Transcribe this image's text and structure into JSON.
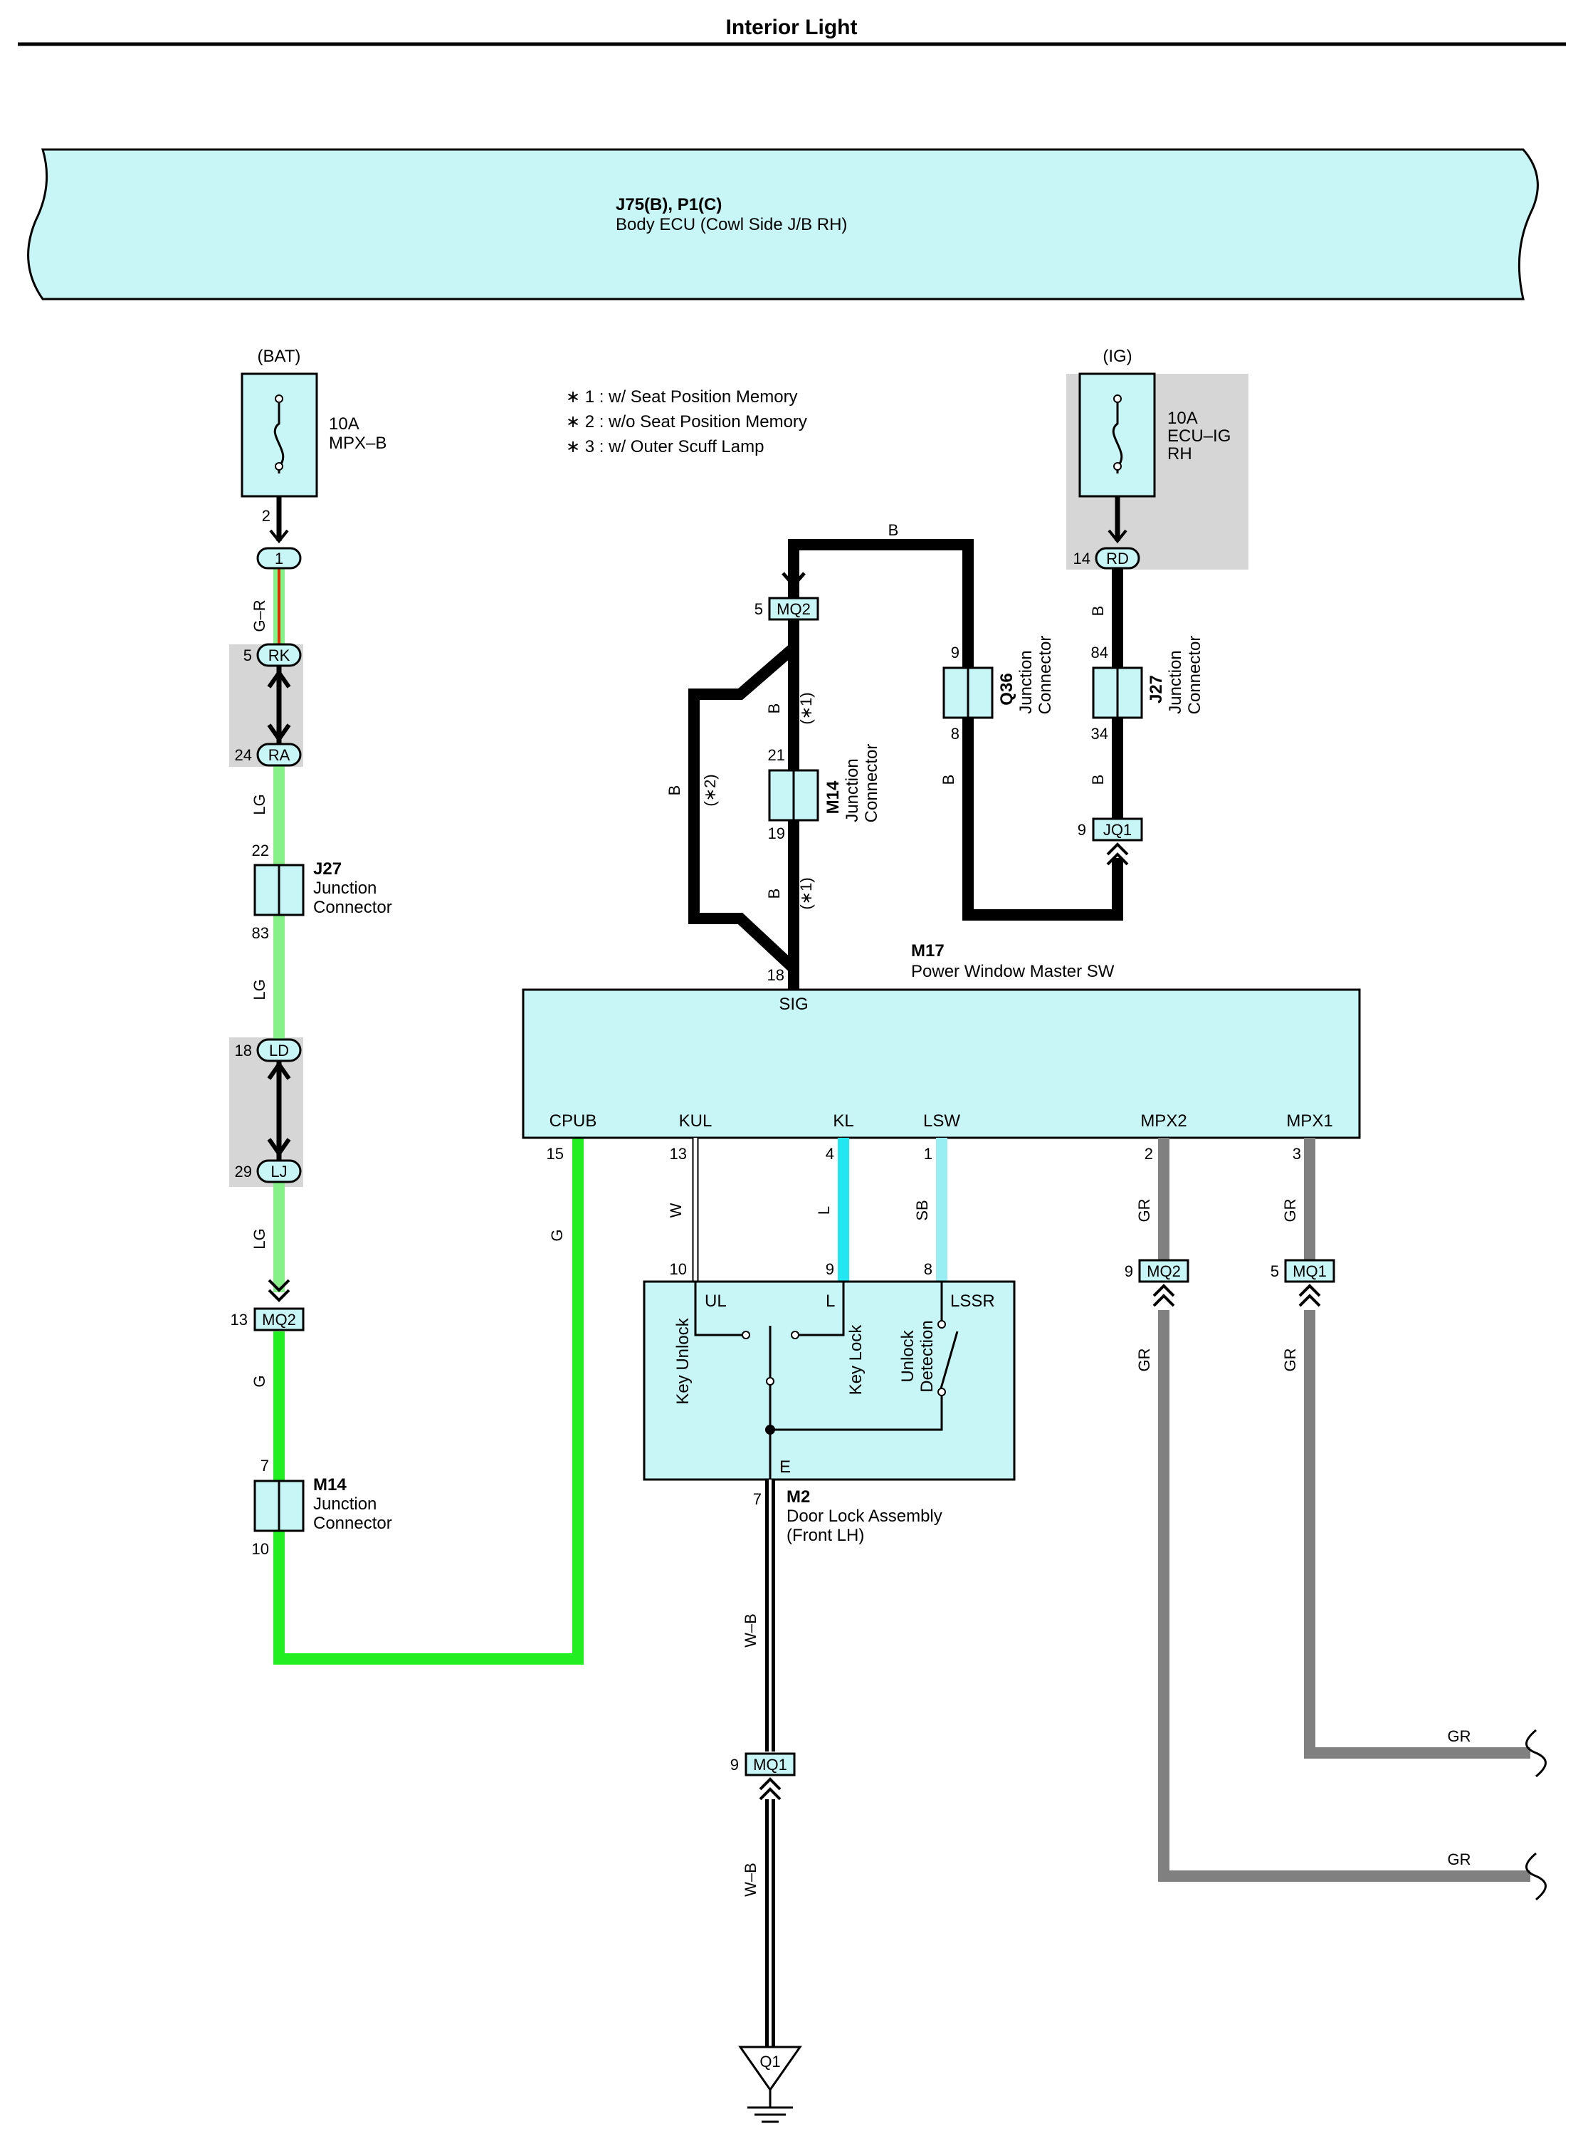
{
  "title": "Interior Light",
  "body_ecu": {
    "id": "J75(B), P1(C)",
    "name": "Body ECU (Cowl Side J/B RH)"
  },
  "notes": [
    "∗ 1 : w/ Seat Position Memory",
    "∗ 2 : w/o Seat Position Memory",
    "∗ 3 : w/ Outer Scuff Lamp"
  ],
  "fuse_bat": {
    "source": "(BAT)",
    "rating": "10A",
    "name": "MPX–B",
    "pin": "2"
  },
  "fuse_ig": {
    "source": "(IG)",
    "rating": "10A",
    "name1": "ECU–IG",
    "name2": "RH",
    "pin": "14"
  },
  "connectors": {
    "c1": "1",
    "rk": "RK",
    "ra": "RA",
    "ld": "LD",
    "lj": "LJ",
    "mq2_left": "MQ2",
    "mq2_top": "MQ2",
    "rd": "RD",
    "jq1": "JQ1",
    "mq2_right": "MQ2",
    "mq1_right": "MQ1",
    "mq1_bottom": "MQ1",
    "q1": "Q1"
  },
  "pins": {
    "rk": "5",
    "ra": "24",
    "j27l_top": "22",
    "j27l_bot": "83",
    "ld": "18",
    "lj": "29",
    "mq2_left": "13",
    "m14l_top": "7",
    "m14l_bot": "10",
    "mq2_top": "5",
    "m14c_top": "21",
    "m14c_bot": "19",
    "q36_top": "9",
    "q36_bot": "8",
    "j27r_top": "84",
    "j27r_bot": "34",
    "jq1": "9",
    "m17_sig": "18",
    "cpub": "15",
    "kul": "13",
    "kl": "4",
    "lsw": "1",
    "mpx2": "2",
    "mpx1": "3",
    "m2_ul": "10",
    "m2_l": "9",
    "m2_lssr": "8",
    "mq2_right": "9",
    "mq1_right": "5",
    "m2_e": "7",
    "mq1_bottom": "9"
  },
  "junctions": {
    "j27_left": {
      "id": "J27",
      "l1": "Junction",
      "l2": "Connector"
    },
    "m14_left": {
      "id": "M14",
      "l1": "Junction",
      "l2": "Connector"
    },
    "m14_center": {
      "id": "M14",
      "l1": "Junction",
      "l2": "Connector"
    },
    "q36": {
      "id": "Q36",
      "l1": "Junction",
      "l2": "Connector"
    },
    "j27_right": {
      "id": "J27",
      "l1": "Junction",
      "l2": "Connector"
    }
  },
  "m17": {
    "id": "M17",
    "name": "Power Window Master SW",
    "sig": "SIG",
    "terminals": [
      "CPUB",
      "KUL",
      "KL",
      "LSW",
      "MPX2",
      "MPX1"
    ]
  },
  "m2": {
    "id": "M2",
    "name1": "Door Lock Assembly",
    "name2": "(Front LH)",
    "ul": "UL",
    "l": "L",
    "lssr": "LSSR",
    "e": "E",
    "key_unlock": "Key Unlock",
    "key_lock": "Key Lock",
    "unlock_det1": "Unlock",
    "unlock_det2": "Detection"
  },
  "wire_labels": {
    "g_r": "G–R",
    "lg1": "LG",
    "lg2": "LG",
    "lg3": "LG",
    "g1": "G",
    "g_cpub": "G",
    "b_top": "B",
    "b_left": "B",
    "b_c1": "B",
    "b_c2": "B",
    "b_q36": "B",
    "b_j27a": "B",
    "b_j27b": "B",
    "n1a": "(∗1)",
    "n1b": "(∗1)",
    "n2": "(∗2)",
    "w": "W",
    "l": "L",
    "sb": "SB",
    "gr1": "GR",
    "gr2": "GR",
    "gr3": "GR",
    "gr4": "GR",
    "gr5": "GR",
    "gr6": "GR",
    "wb1": "W–B",
    "wb2": "W–B"
  },
  "wire_colors": {
    "black": "#000000",
    "green": "#22ee22",
    "light_green": "#88f088",
    "cyan": "#22e6f0",
    "sky_blue": "#99eef4",
    "gray": "#808080",
    "red": "#dd3300",
    "white": "#ffffff"
  }
}
